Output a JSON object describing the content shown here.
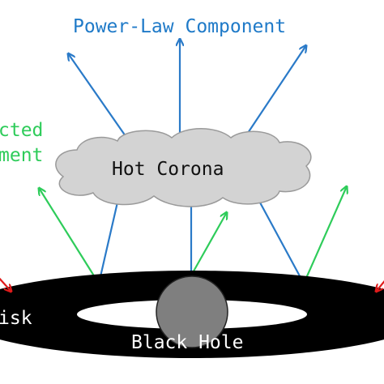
{
  "labels": {
    "power_law": "Power-Law Component",
    "reflected_line1": "cted",
    "reflected_line2": "ment",
    "corona": "Hot Corona",
    "disk": "isk",
    "black_hole": "Black Hole"
  },
  "colors": {
    "power_law_text": "#1f7ac8",
    "blue_arrow": "#2a7ac8",
    "green_arrow": "#2ecc5a",
    "red_arrow": "#e01b1b",
    "corona_fill": "#d3d3d3",
    "corona_stroke": "#9a9a9a",
    "disk": "#000000",
    "black_hole_fill": "#7f7f7f",
    "text_dark": "#111111",
    "text_green": "#2ecc5a"
  }
}
